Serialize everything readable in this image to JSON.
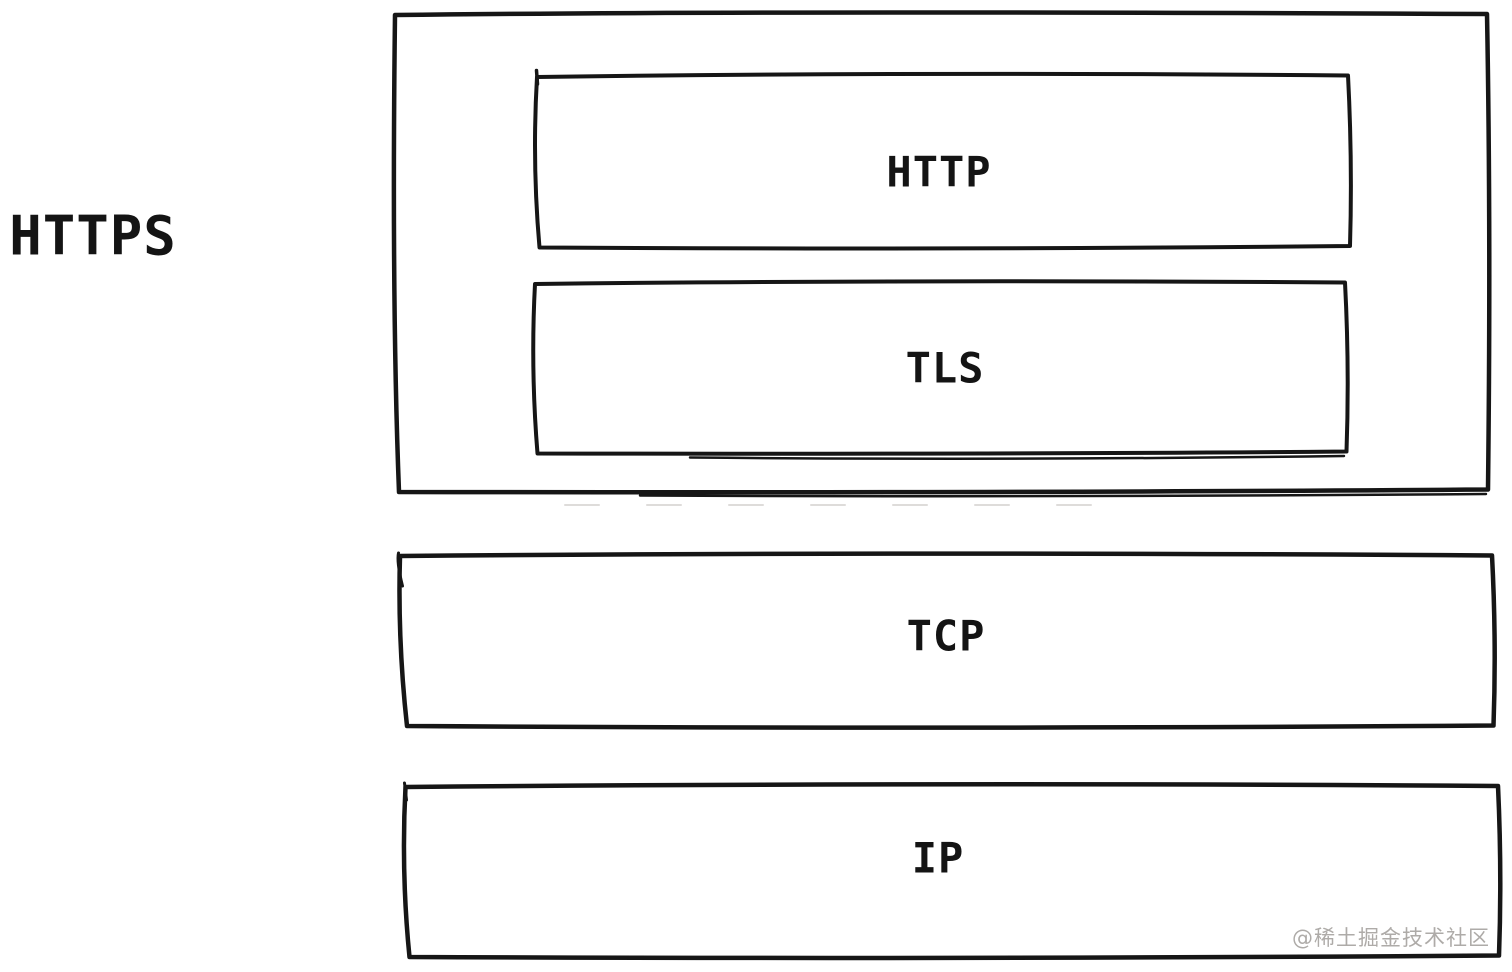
{
  "diagram": {
    "title": "HTTPS",
    "layers": [
      {
        "id": "http",
        "label": "HTTP"
      },
      {
        "id": "tls",
        "label": "TLS"
      },
      {
        "id": "tcp",
        "label": "TCP"
      },
      {
        "id": "ip",
        "label": "IP"
      }
    ],
    "watermark": "@稀土掘金技术社区",
    "colors": {
      "stroke": "#161616",
      "background": "#ffffff",
      "watermark": "#aeaba8"
    }
  }
}
